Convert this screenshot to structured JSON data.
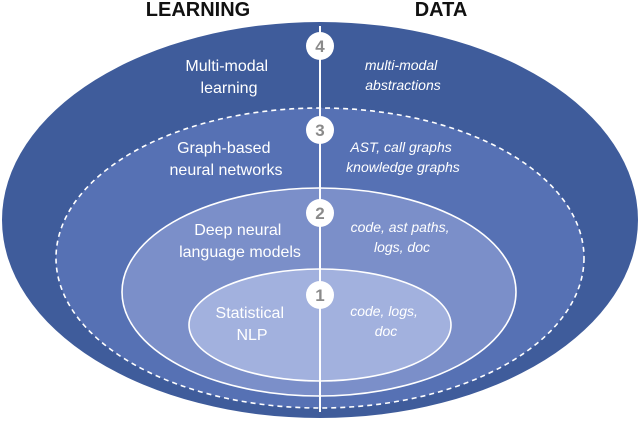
{
  "headers": {
    "left": "LEARNING",
    "right": "DATA"
  },
  "levels": [
    {
      "number": "4",
      "learning": [
        "Multi-modal",
        "learning"
      ],
      "data": [
        "multi-modal",
        "abstractions"
      ]
    },
    {
      "number": "3",
      "learning": [
        "Graph-based",
        "neural networks"
      ],
      "data": [
        "AST, call graphs",
        "knowledge graphs"
      ]
    },
    {
      "number": "2",
      "learning": [
        "Deep neural",
        "language models"
      ],
      "data": [
        "code, ast paths,",
        "logs, doc"
      ]
    },
    {
      "number": "1",
      "learning": [
        "Statistical",
        "NLP"
      ],
      "data": [
        "code, logs,",
        "doc"
      ]
    }
  ],
  "colors": {
    "ring4": "#3f5c9b",
    "ring3": "#5671b4",
    "ring2": "#7b8fc9",
    "ring1": "#a2b1de",
    "outline": "#ffffff",
    "badge_fill": "#ffffff",
    "badge_text": "#8a8a8a"
  }
}
